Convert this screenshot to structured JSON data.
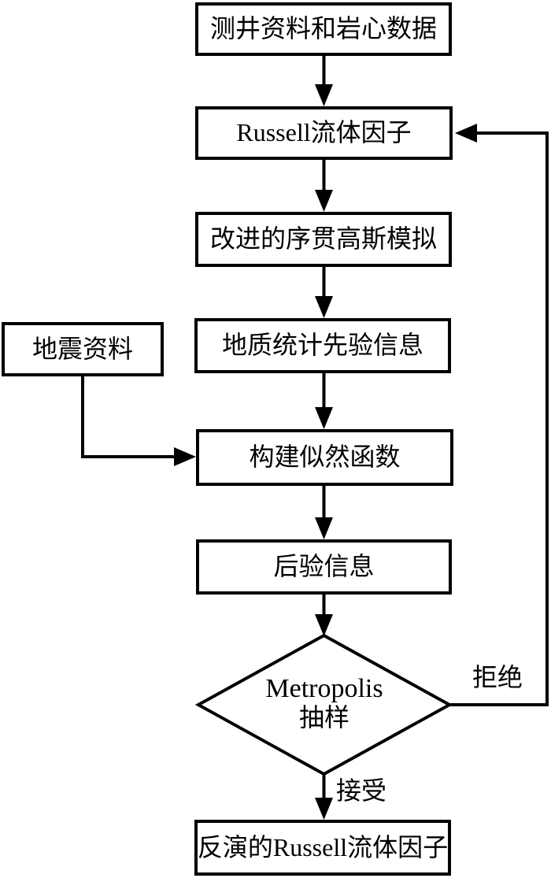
{
  "diagram": {
    "type": "flowchart",
    "colors": {
      "background": "#ffffff",
      "line": "#000000",
      "text": "#000000"
    },
    "nodes": {
      "well_core_data": {
        "label": "测井资料和岩心数据",
        "shape": "rect"
      },
      "russell_fluid_factor": {
        "label": "Russell流体因子",
        "shape": "rect"
      },
      "improved_sgs": {
        "label": "改进的序贯高斯模拟",
        "shape": "rect"
      },
      "geostat_prior": {
        "label": "地质统计先验信息",
        "shape": "rect"
      },
      "seismic_data": {
        "label": "地震资料",
        "shape": "rect"
      },
      "likelihood": {
        "label": "构建似然函数",
        "shape": "rect"
      },
      "posterior": {
        "label": "后验信息",
        "shape": "rect"
      },
      "metropolis": {
        "label_line1": "Metropolis",
        "label_line2": "抽样",
        "shape": "diamond"
      },
      "inverted_russell": {
        "label": "反演的Russell流体因子",
        "shape": "rect"
      }
    },
    "edges": {
      "reject_label": "拒绝",
      "accept_label": "接受"
    }
  }
}
